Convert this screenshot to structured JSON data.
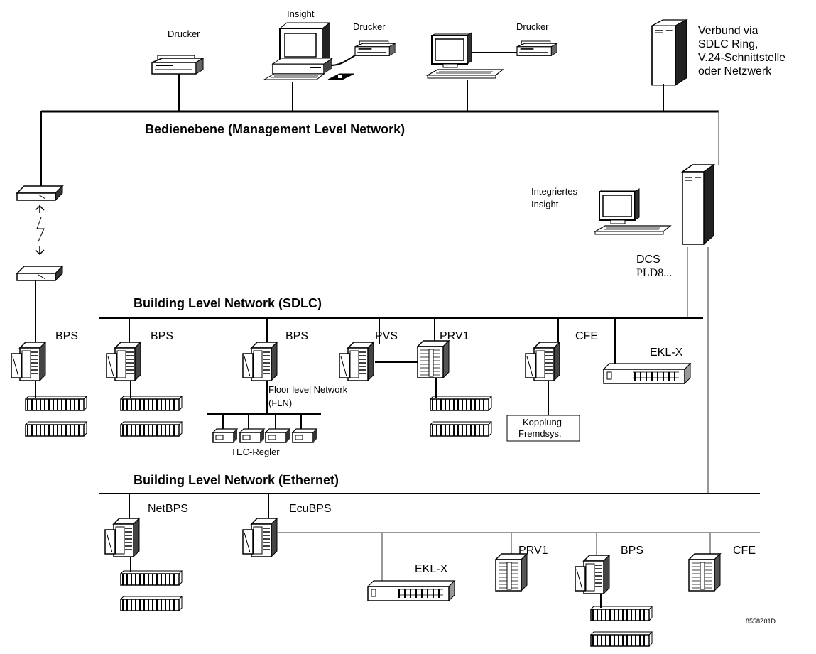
{
  "diagram": {
    "title_management": "Bedienebene (Management Level Network)",
    "title_sdlc": "Building Level Network (SDLC)",
    "title_ethernet": "Building Level Network (Ethernet)",
    "top_devices": {
      "printer_left": "Drucker",
      "insight": "Insight",
      "printer_mid": "Drucker",
      "printer_right": "Drucker",
      "verbund_line1": "Verbund via",
      "verbund_line2": "SDLC Ring,",
      "verbund_line3": "V.24-Schnittstelle",
      "verbund_line4": "oder Netzwerk"
    },
    "integrated": {
      "line1": "Integriertes",
      "line2": "Insight",
      "dcs": "DCS",
      "pld": "PLD8..."
    },
    "sdlc_devices": {
      "bps_modem": "BPS",
      "bps_1": "BPS",
      "bps_2": "BPS",
      "pvs": "PVS",
      "prv1": "PRV1",
      "cfe": "CFE",
      "eklx": "EKL-X",
      "fln_line1": "Floor level Network",
      "fln_line2": "(FLN)",
      "tec": "TEC-Regler",
      "kopplung_line1": "Kopplung",
      "kopplung_line2": "Fremdsys."
    },
    "ethernet_devices": {
      "netbps": "NetBPS",
      "ecubps": "EcuBPS",
      "eklx": "EKL-X",
      "prv1": "PRV1",
      "bps": "BPS",
      "cfe": "CFE"
    },
    "figure_code": "8558Z01D"
  }
}
